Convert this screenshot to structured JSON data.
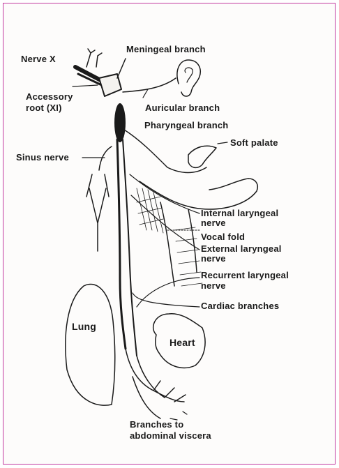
{
  "frame_color": "#c23aa0",
  "ink_color": "#1a1a1a",
  "labels": {
    "nerve_x": "Nerve X",
    "meningeal": "Meningeal branch",
    "accessory_1": "Accessory",
    "accessory_2": "root (XI)",
    "auricular": "Auricular branch",
    "pharyngeal": "Pharyngeal branch",
    "soft_palate": "Soft palate",
    "sinus": "Sinus nerve",
    "internal_1": "Internal laryngeal",
    "internal_2": "nerve",
    "vocal": "Vocal fold",
    "external_1": "External laryngeal",
    "external_2": "nerve",
    "recurrent_1": "Recurrent laryngeal",
    "recurrent_2": "nerve",
    "cardiac": "Cardiac branches",
    "lung": "Lung",
    "heart": "Heart",
    "branches_1": "Branches to",
    "branches_2": "abdominal viscera"
  }
}
